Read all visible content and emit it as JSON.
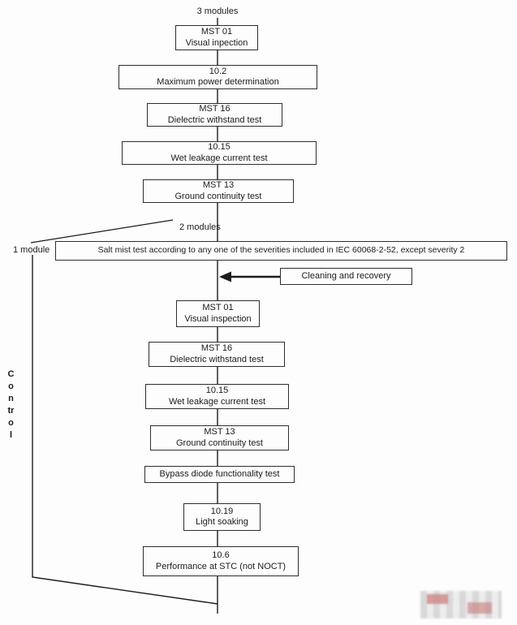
{
  "labels": {
    "three_modules": "3 modules",
    "two_modules": "2 modules",
    "one_module": "1 module",
    "control": "Control"
  },
  "top_sequence": [
    {
      "code": "MST 01",
      "title": "Visual inpection"
    },
    {
      "code": "10.2",
      "title": "Maximum power determination"
    },
    {
      "code": "MST 16",
      "title": "Dielectric withstand test"
    },
    {
      "code": "10.15",
      "title": "Wet leakage current test"
    },
    {
      "code": "MST 13",
      "title": "Ground continuity test"
    }
  ],
  "salt_mist": {
    "text": "Salt mist test according to any one of the severities included in IEC 60068-2-52, except  severity 2"
  },
  "cleaning": {
    "label": "Cleaning and recovery"
  },
  "bottom_sequence": [
    {
      "code": "MST 01",
      "title": "Visual inspection"
    },
    {
      "code": "MST 16",
      "title": "Dielectric withstand test"
    },
    {
      "code": "10.15",
      "title": "Wet leakage current test"
    },
    {
      "code": "MST 13",
      "title": "Ground continuity test"
    },
    {
      "title": "Bypass diode functionality test"
    },
    {
      "code": "10.19",
      "title": "Light soaking"
    },
    {
      "code": "10.6",
      "title": "Performance at STC (not NOCT)"
    }
  ],
  "colors": {
    "line": "#1c1c1c",
    "box_border": "#2e2e2e",
    "background": "#fdfdfd"
  }
}
